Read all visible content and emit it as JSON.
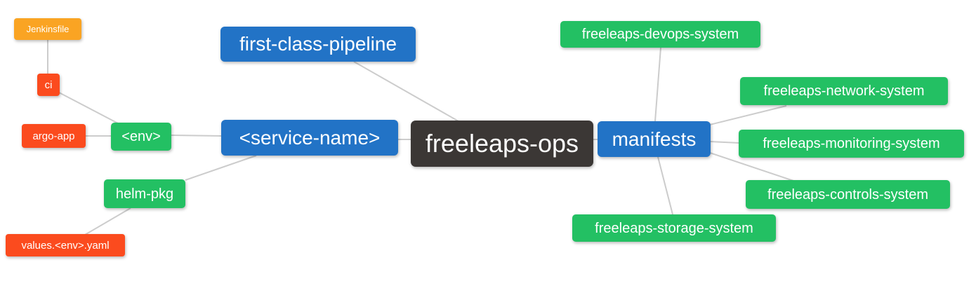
{
  "palette": {
    "canvas_bg": "#FFFFFF",
    "edge_color": "#CCCCCC",
    "text_color": "#FFFFFF",
    "root_bg": "#3B3735",
    "branch_bg": "#2273C6",
    "group_bg": "#23C063",
    "item_bg": "#FB4B1E",
    "file_bg": "#FAA423"
  },
  "mindmap": {
    "root_label": "freeleaps-ops",
    "nodes": [
      {
        "id": "freeleaps-ops",
        "label": "freeleaps-ops",
        "level": 1
      },
      {
        "id": "first-class-pipeline",
        "label": "first-class-pipeline",
        "level": 2
      },
      {
        "id": "service-name",
        "label": "<service-name>",
        "level": 2
      },
      {
        "id": "manifests",
        "label": "manifests",
        "level": 2
      },
      {
        "id": "env",
        "label": "<env>",
        "level": 3
      },
      {
        "id": "helm-pkg",
        "label": "helm-pkg",
        "level": 3
      },
      {
        "id": "ci",
        "label": "ci",
        "level": 4
      },
      {
        "id": "argo-app",
        "label": "argo-app",
        "level": 4
      },
      {
        "id": "values-env-yaml",
        "label": "values.<env>.yaml",
        "level": 4
      },
      {
        "id": "jenkinsfile",
        "label": "Jenkinsfile",
        "level": 5
      },
      {
        "id": "freeleaps-devops-system",
        "label": "freeleaps-devops-system",
        "level": 3
      },
      {
        "id": "freeleaps-network-system",
        "label": "freeleaps-network-system",
        "level": 3
      },
      {
        "id": "freeleaps-monitoring-system",
        "label": "freeleaps-monitoring-system",
        "level": 3
      },
      {
        "id": "freeleaps-controls-system",
        "label": "freeleaps-controls-system",
        "level": 3
      },
      {
        "id": "freeleaps-storage-system",
        "label": "freeleaps-storage-system",
        "level": 3
      }
    ],
    "edges": [
      {
        "from": "jenkinsfile",
        "to": "ci"
      },
      {
        "from": "ci",
        "to": "env"
      },
      {
        "from": "argo-app",
        "to": "env"
      },
      {
        "from": "env",
        "to": "service-name"
      },
      {
        "from": "values-env-yaml",
        "to": "helm-pkg"
      },
      {
        "from": "helm-pkg",
        "to": "service-name"
      },
      {
        "from": "service-name",
        "to": "freeleaps-ops"
      },
      {
        "from": "first-class-pipeline",
        "to": "freeleaps-ops"
      },
      {
        "from": "freeleaps-ops",
        "to": "manifests"
      },
      {
        "from": "manifests",
        "to": "freeleaps-devops-system"
      },
      {
        "from": "manifests",
        "to": "freeleaps-network-system"
      },
      {
        "from": "manifests",
        "to": "freeleaps-monitoring-system"
      },
      {
        "from": "manifests",
        "to": "freeleaps-controls-system"
      },
      {
        "from": "manifests",
        "to": "freeleaps-storage-system"
      }
    ]
  }
}
